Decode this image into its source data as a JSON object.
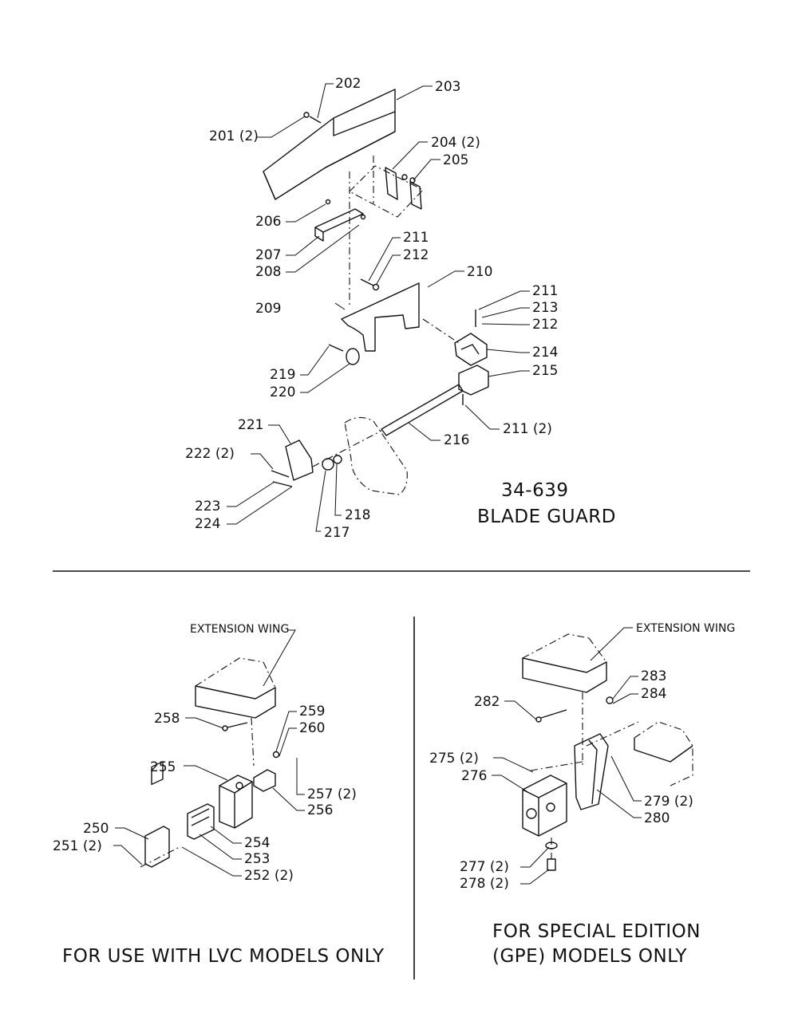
{
  "blade_guard": {
    "model": "34-639",
    "title": "BLADE GUARD",
    "labels": [
      "201 (2)",
      "202",
      "203",
      "204 (2)",
      "205",
      "206",
      "207",
      "208",
      "209",
      "210",
      "211",
      "212",
      "211",
      "213",
      "212",
      "214",
      "215",
      "211 (2)",
      "216",
      "219",
      "220",
      "221",
      "222 (2)",
      "223",
      "224",
      "217",
      "218"
    ]
  },
  "lvc_assembly": {
    "extension_wing": "EXTENSION WING",
    "labels": [
      "258",
      "259",
      "260",
      "255",
      "257 (2)",
      "256",
      "250",
      "251 (2)",
      "254",
      "253",
      "252 (2)"
    ],
    "caption": "FOR USE WITH LVC MODELS ONLY"
  },
  "gpe_assembly": {
    "extension_wing": "EXTENSION WING",
    "labels": [
      "283",
      "284",
      "282",
      "275 (2)",
      "276",
      "279 (2)",
      "280",
      "277 (2)",
      "278 (2)"
    ],
    "caption_line1": "FOR SPECIAL EDITION",
    "caption_line2": "(GPE) MODELS ONLY"
  }
}
